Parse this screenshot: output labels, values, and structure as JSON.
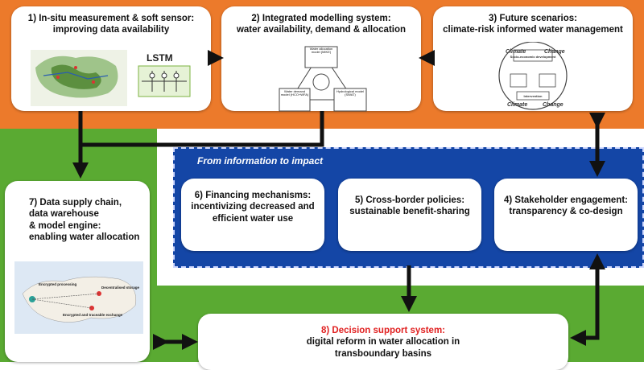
{
  "blue_panel": {
    "title": "From information to impact"
  },
  "boxes": {
    "b1": {
      "line1": "1) In-situ measurement & soft sensor:",
      "line2": "improving data availability",
      "lstm": "LSTM"
    },
    "b2": {
      "line1": "2) Integrated modelling system:",
      "line2": "water availability, demand & allocation",
      "diagram": {
        "top": "Water allocation model (MIKE)",
        "left": "Water demand model (HCO+WFA)",
        "right": "Hydrological model (SWAT)"
      }
    },
    "b3": {
      "line1": "3) Future scenarios:",
      "line2": "climate-risk informed water management",
      "diagram": {
        "climate": "Climate",
        "change": "Change",
        "center1": "Socio-economic development",
        "center2": "Intervention"
      }
    },
    "b4": {
      "line1": "4) Stakeholder engagement:",
      "line2": "transparency & co-design"
    },
    "b5": {
      "line1": "5) Cross-border policies:",
      "line2": "sustainable benefit-sharing"
    },
    "b6": {
      "line1": "6) Financing mechanisms:",
      "line2": "incentivizing decreased and",
      "line3": "efficient water use"
    },
    "b7": {
      "line1": "7) Data supply chain,",
      "line2": "data warehouse",
      "line3": "& model engine:",
      "line4": "enabling water allocation",
      "map": {
        "l1": "Encrypted processing",
        "l2": "Decentralised storage",
        "l3": "Encrypted and traceable exchange"
      }
    },
    "b8": {
      "line1": "8) Decision support system:",
      "line2": "digital reform in water allocation in",
      "line3": "transboundary basins"
    }
  },
  "colors": {
    "orange": "#ec7a2b",
    "green": "#5aaa32",
    "blue": "#1446a6",
    "red": "#e02020"
  }
}
